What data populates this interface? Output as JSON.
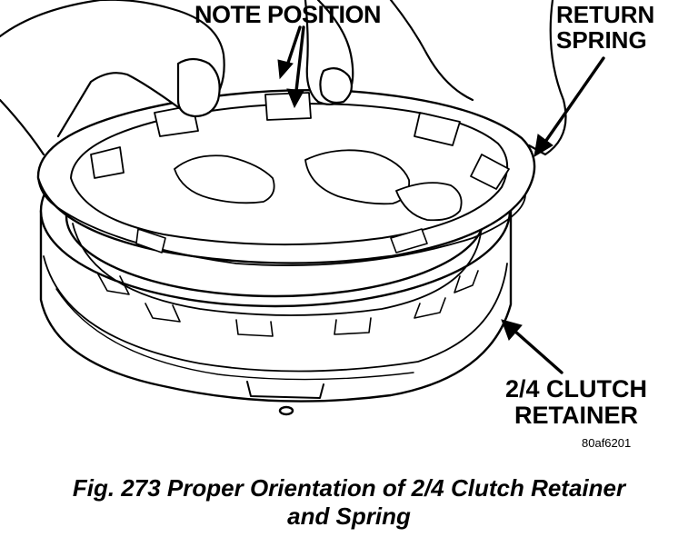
{
  "callouts": {
    "note_position": "NOTE POSITION",
    "return_spring_line1": "RETURN",
    "return_spring_line2": "SPRING",
    "clutch_retainer_line1": "2/4 CLUTCH",
    "clutch_retainer_line2": "RETAINER"
  },
  "figure_code": "80af6201",
  "caption": {
    "line1": "Fig. 273 Proper Orientation of 2/4 Clutch Retainer",
    "line2": "and Spring"
  },
  "colors": {
    "ink": "#000000",
    "paper": "#ffffff"
  }
}
